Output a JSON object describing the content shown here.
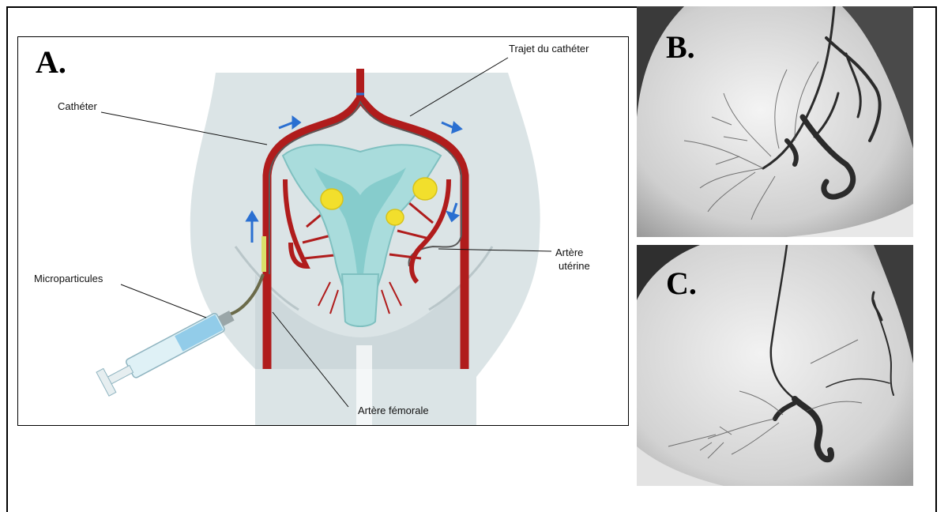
{
  "panels": {
    "a": {
      "letter": "A.",
      "labels": {
        "catheter_path": "Trajet du cathéter",
        "catheter": "Cathéter",
        "microparticles": "Microparticules",
        "uterine_artery_line1": "Artère",
        "uterine_artery_line2": "utérine",
        "femoral_artery": "Artère fémorale"
      }
    },
    "b": {
      "letter": "B."
    },
    "c": {
      "letter": "C."
    }
  },
  "colors": {
    "artery": "#b01c1c",
    "uterus": "#a9dcdc",
    "body": "#dbe4e6",
    "fibroid": "#f2df2c",
    "arrow": "#2a6fd1"
  }
}
